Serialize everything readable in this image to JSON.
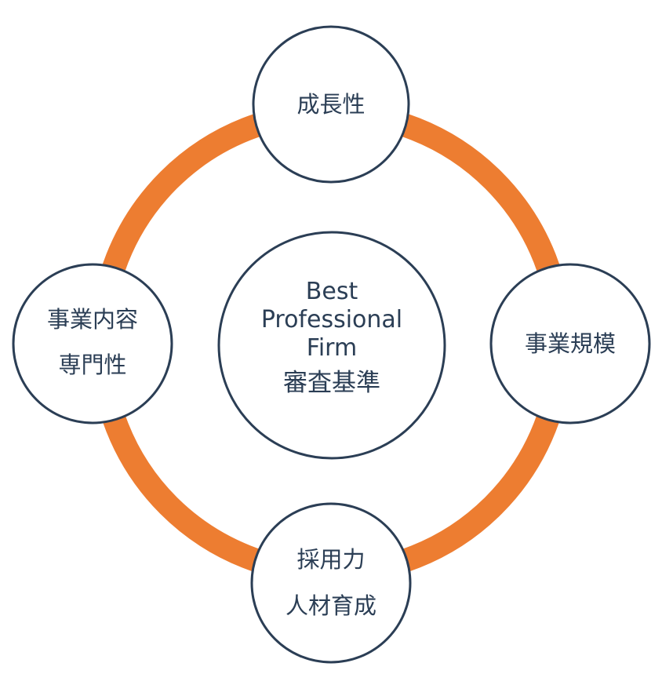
{
  "colors": {
    "ring": "#ed7d31",
    "circle_stroke": "#2b3e55",
    "circle_fill": "#ffffff",
    "text": "#2b3e55"
  },
  "center": {
    "line1": "Best",
    "line2": "Professional",
    "line3": "Firm",
    "line4": "審査基準"
  },
  "nodes": {
    "top": {
      "line1": "成長性"
    },
    "left": {
      "line1": "事業内容",
      "line2": "専門性"
    },
    "right": {
      "line1": "事業規模"
    },
    "bottom": {
      "line1": "採用力",
      "line2": "人材育成"
    }
  }
}
